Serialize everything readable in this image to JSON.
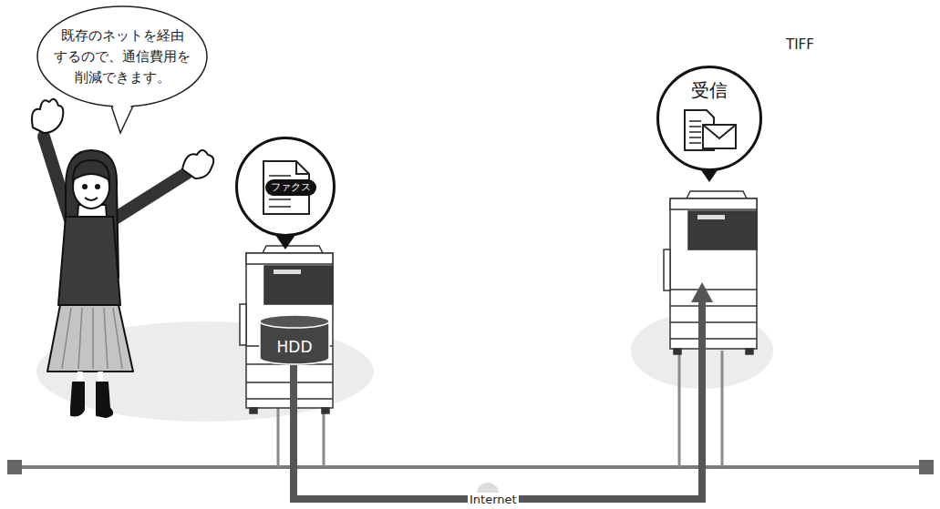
{
  "diagram": {
    "nodes": [
      {
        "text": [
          "既存のネットを経由 するので、通信費用を 削減できます。"
        ]
      },
      {
        "text": [
          "ファクス"
        ]
      },
      {
        "text": [
          "HDD"
        ]
      },
      {
        "text": [
          "受信"
        ]
      }
    ],
    "labels": [
      "TIFF",
      "Internet"
    ]
  }
}
